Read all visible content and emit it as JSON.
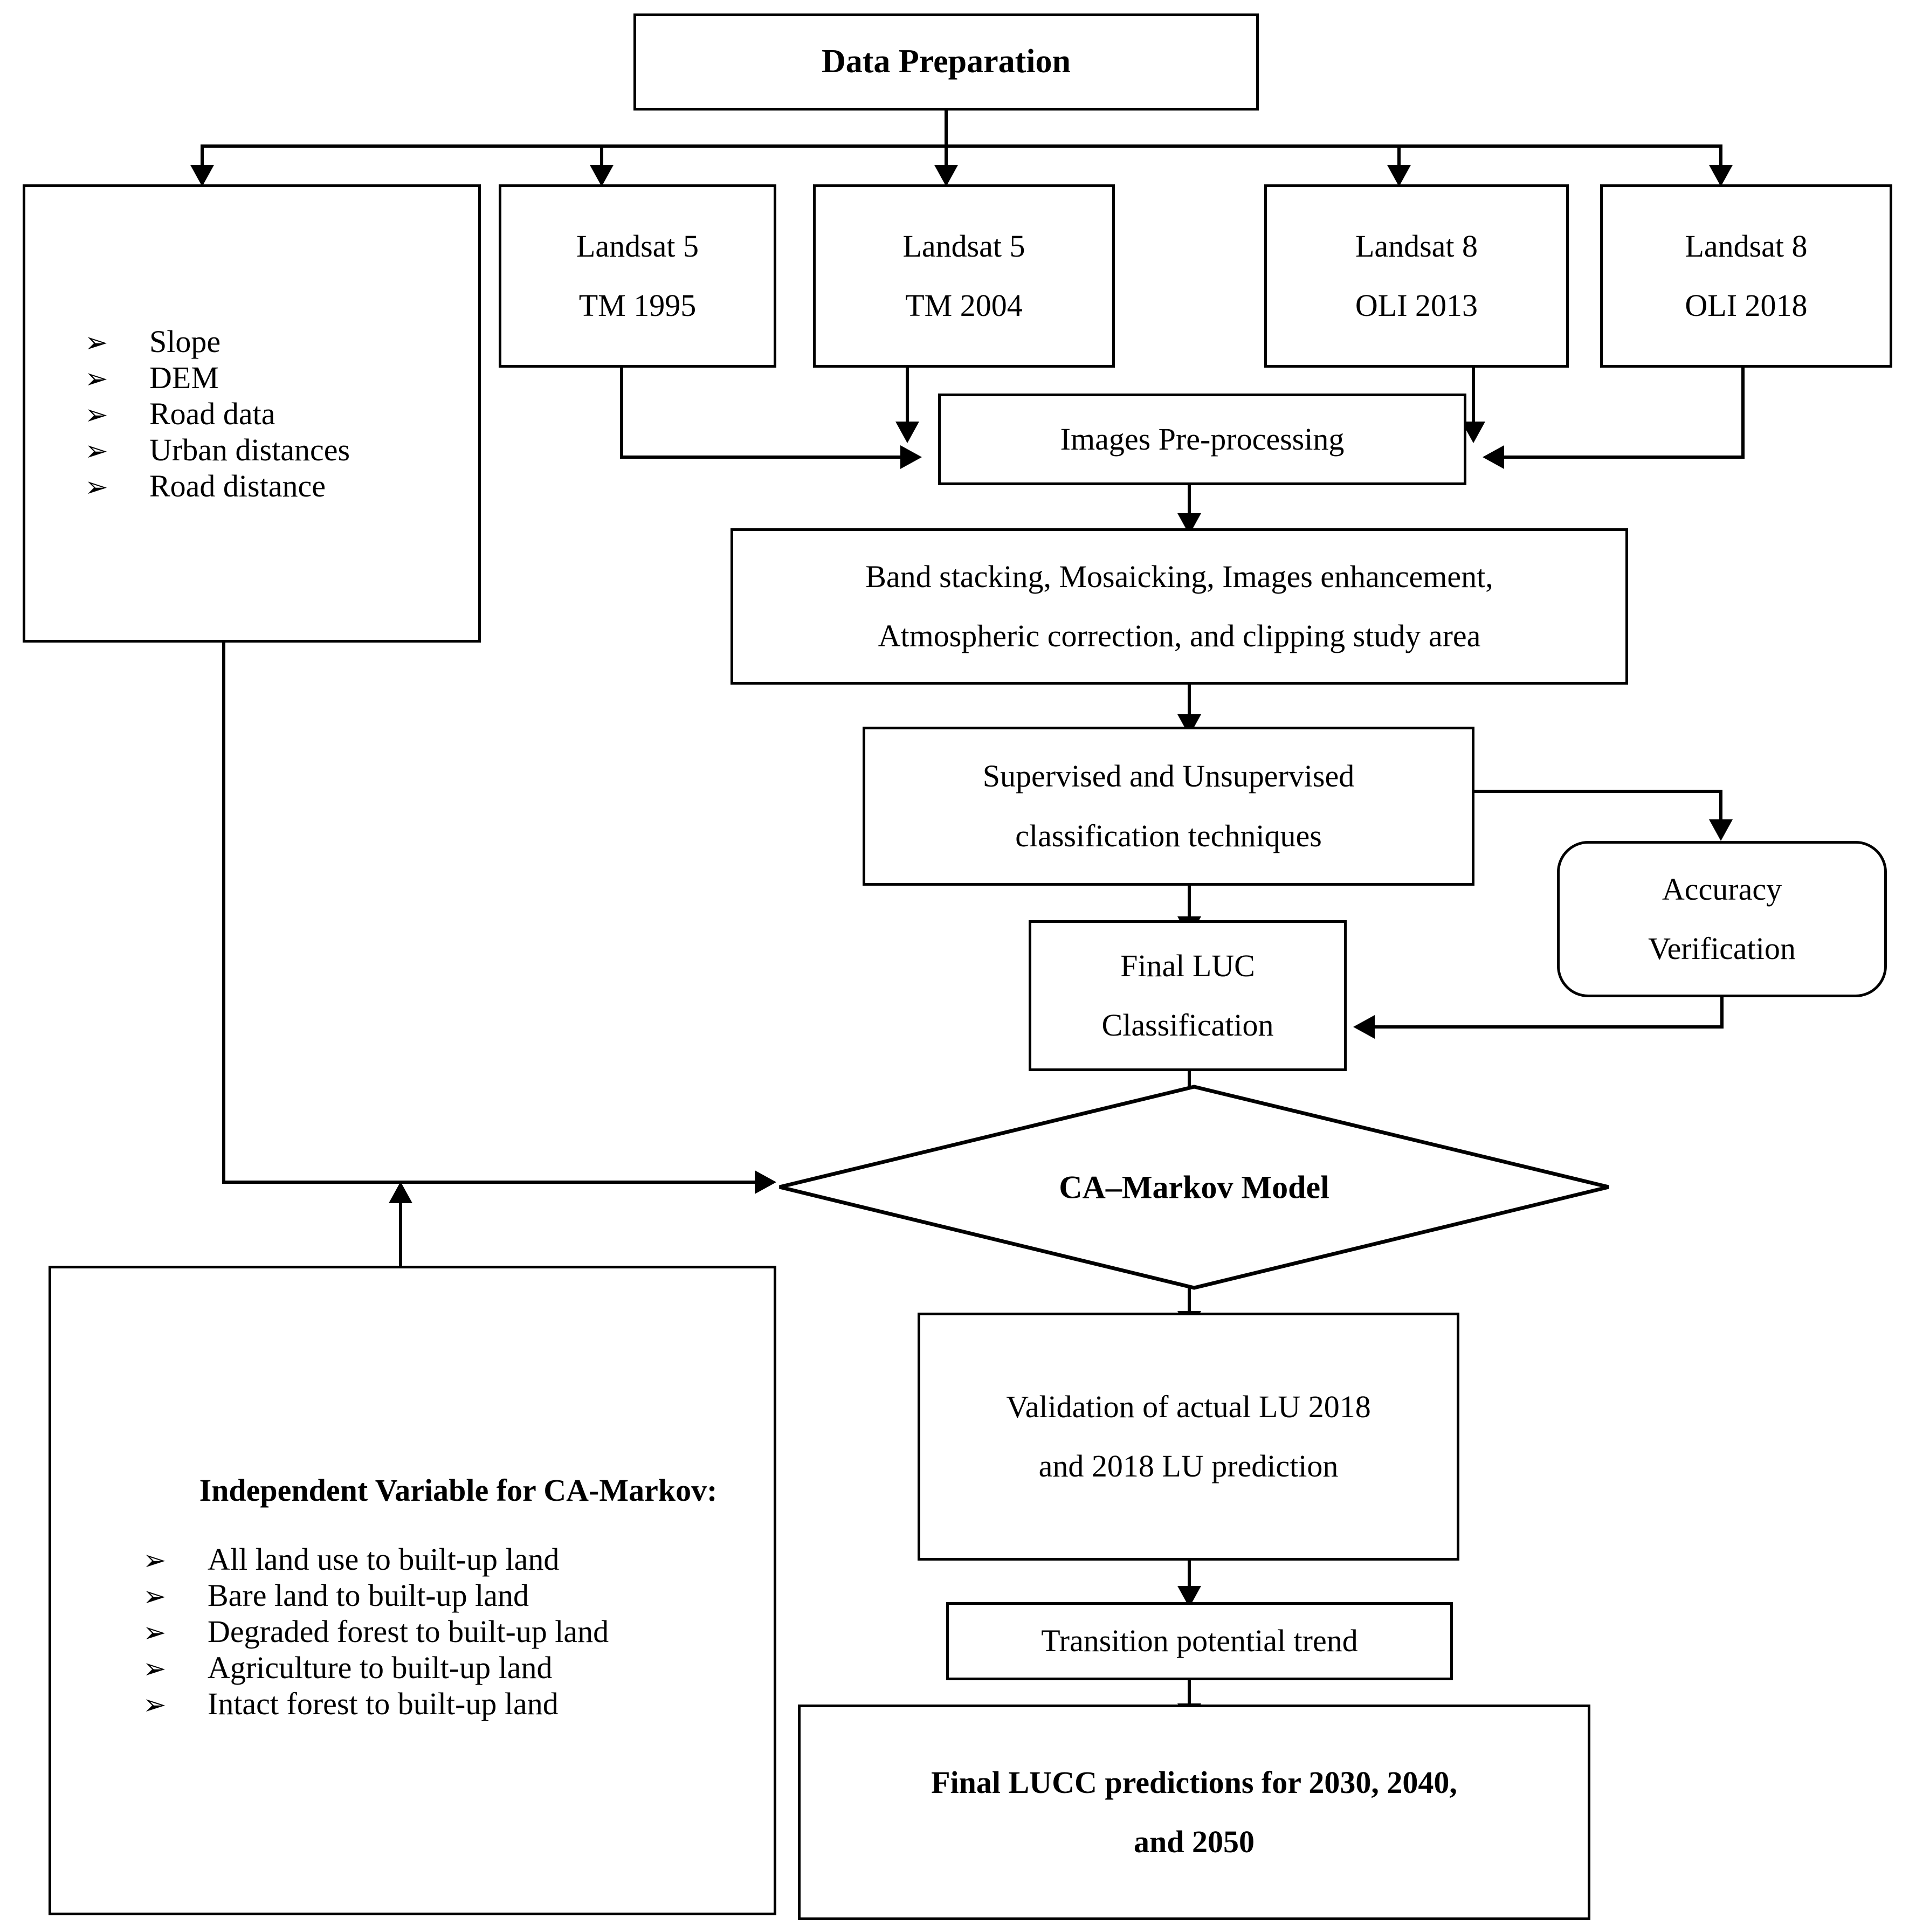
{
  "figure": {
    "title": "Data Preparation",
    "kind": "methodology-flowchart"
  },
  "nodes": {
    "data_preparation": {
      "label": "Data Preparation"
    },
    "ancillary_data": {
      "items": [
        "Slope",
        "DEM",
        "Road data",
        "Urban distances",
        "Road distance"
      ],
      "bullet": "➢"
    },
    "landsat5_1995": {
      "line1": "Landsat 5",
      "line2": "TM 1995"
    },
    "landsat5_2004": {
      "line1": "Landsat 5",
      "line2": "TM 2004"
    },
    "landsat8_2013": {
      "line1": "Landsat 8",
      "line2": "OLI 2013"
    },
    "landsat8_2018": {
      "line1": "Landsat 8",
      "line2": "OLI 2018"
    },
    "preprocessing": {
      "label": "Images Pre-processing"
    },
    "preprocessing_steps": {
      "line1": "Band stacking, Mosaicking, Images enhancement,",
      "line2": "Atmospheric correction, and clipping study area"
    },
    "classification": {
      "line1": "Supervised and Unsupervised",
      "line2": "classification techniques"
    },
    "accuracy_verification": {
      "line1": "Accuracy",
      "line2": "Verification"
    },
    "final_luc": {
      "line1": "Final LUC",
      "line2": "Classification"
    },
    "ca_markov_model": {
      "label": "CA–Markov Model"
    },
    "independent_variable": {
      "heading_line1": "Independent Variable for",
      "heading_line2": "CA-Markov:",
      "bullet": "➢",
      "items": [
        "All land use to built-up land",
        "Bare land to built-up land",
        "Degraded forest to built-up land",
        "Agriculture to built-up land",
        "Intact forest to built-up land"
      ]
    },
    "validation": {
      "line1": "Validation of actual LU 2018",
      "line2": "and 2018 LU prediction"
    },
    "transition_potential": {
      "label": "Transition potential trend"
    },
    "final_predictions": {
      "line1": "Final LUCC predictions for 2030, 2040,",
      "line2": "and 2050"
    }
  },
  "colors": {
    "stroke": "#000000",
    "fill": "#ffffff",
    "text": "#000000"
  }
}
